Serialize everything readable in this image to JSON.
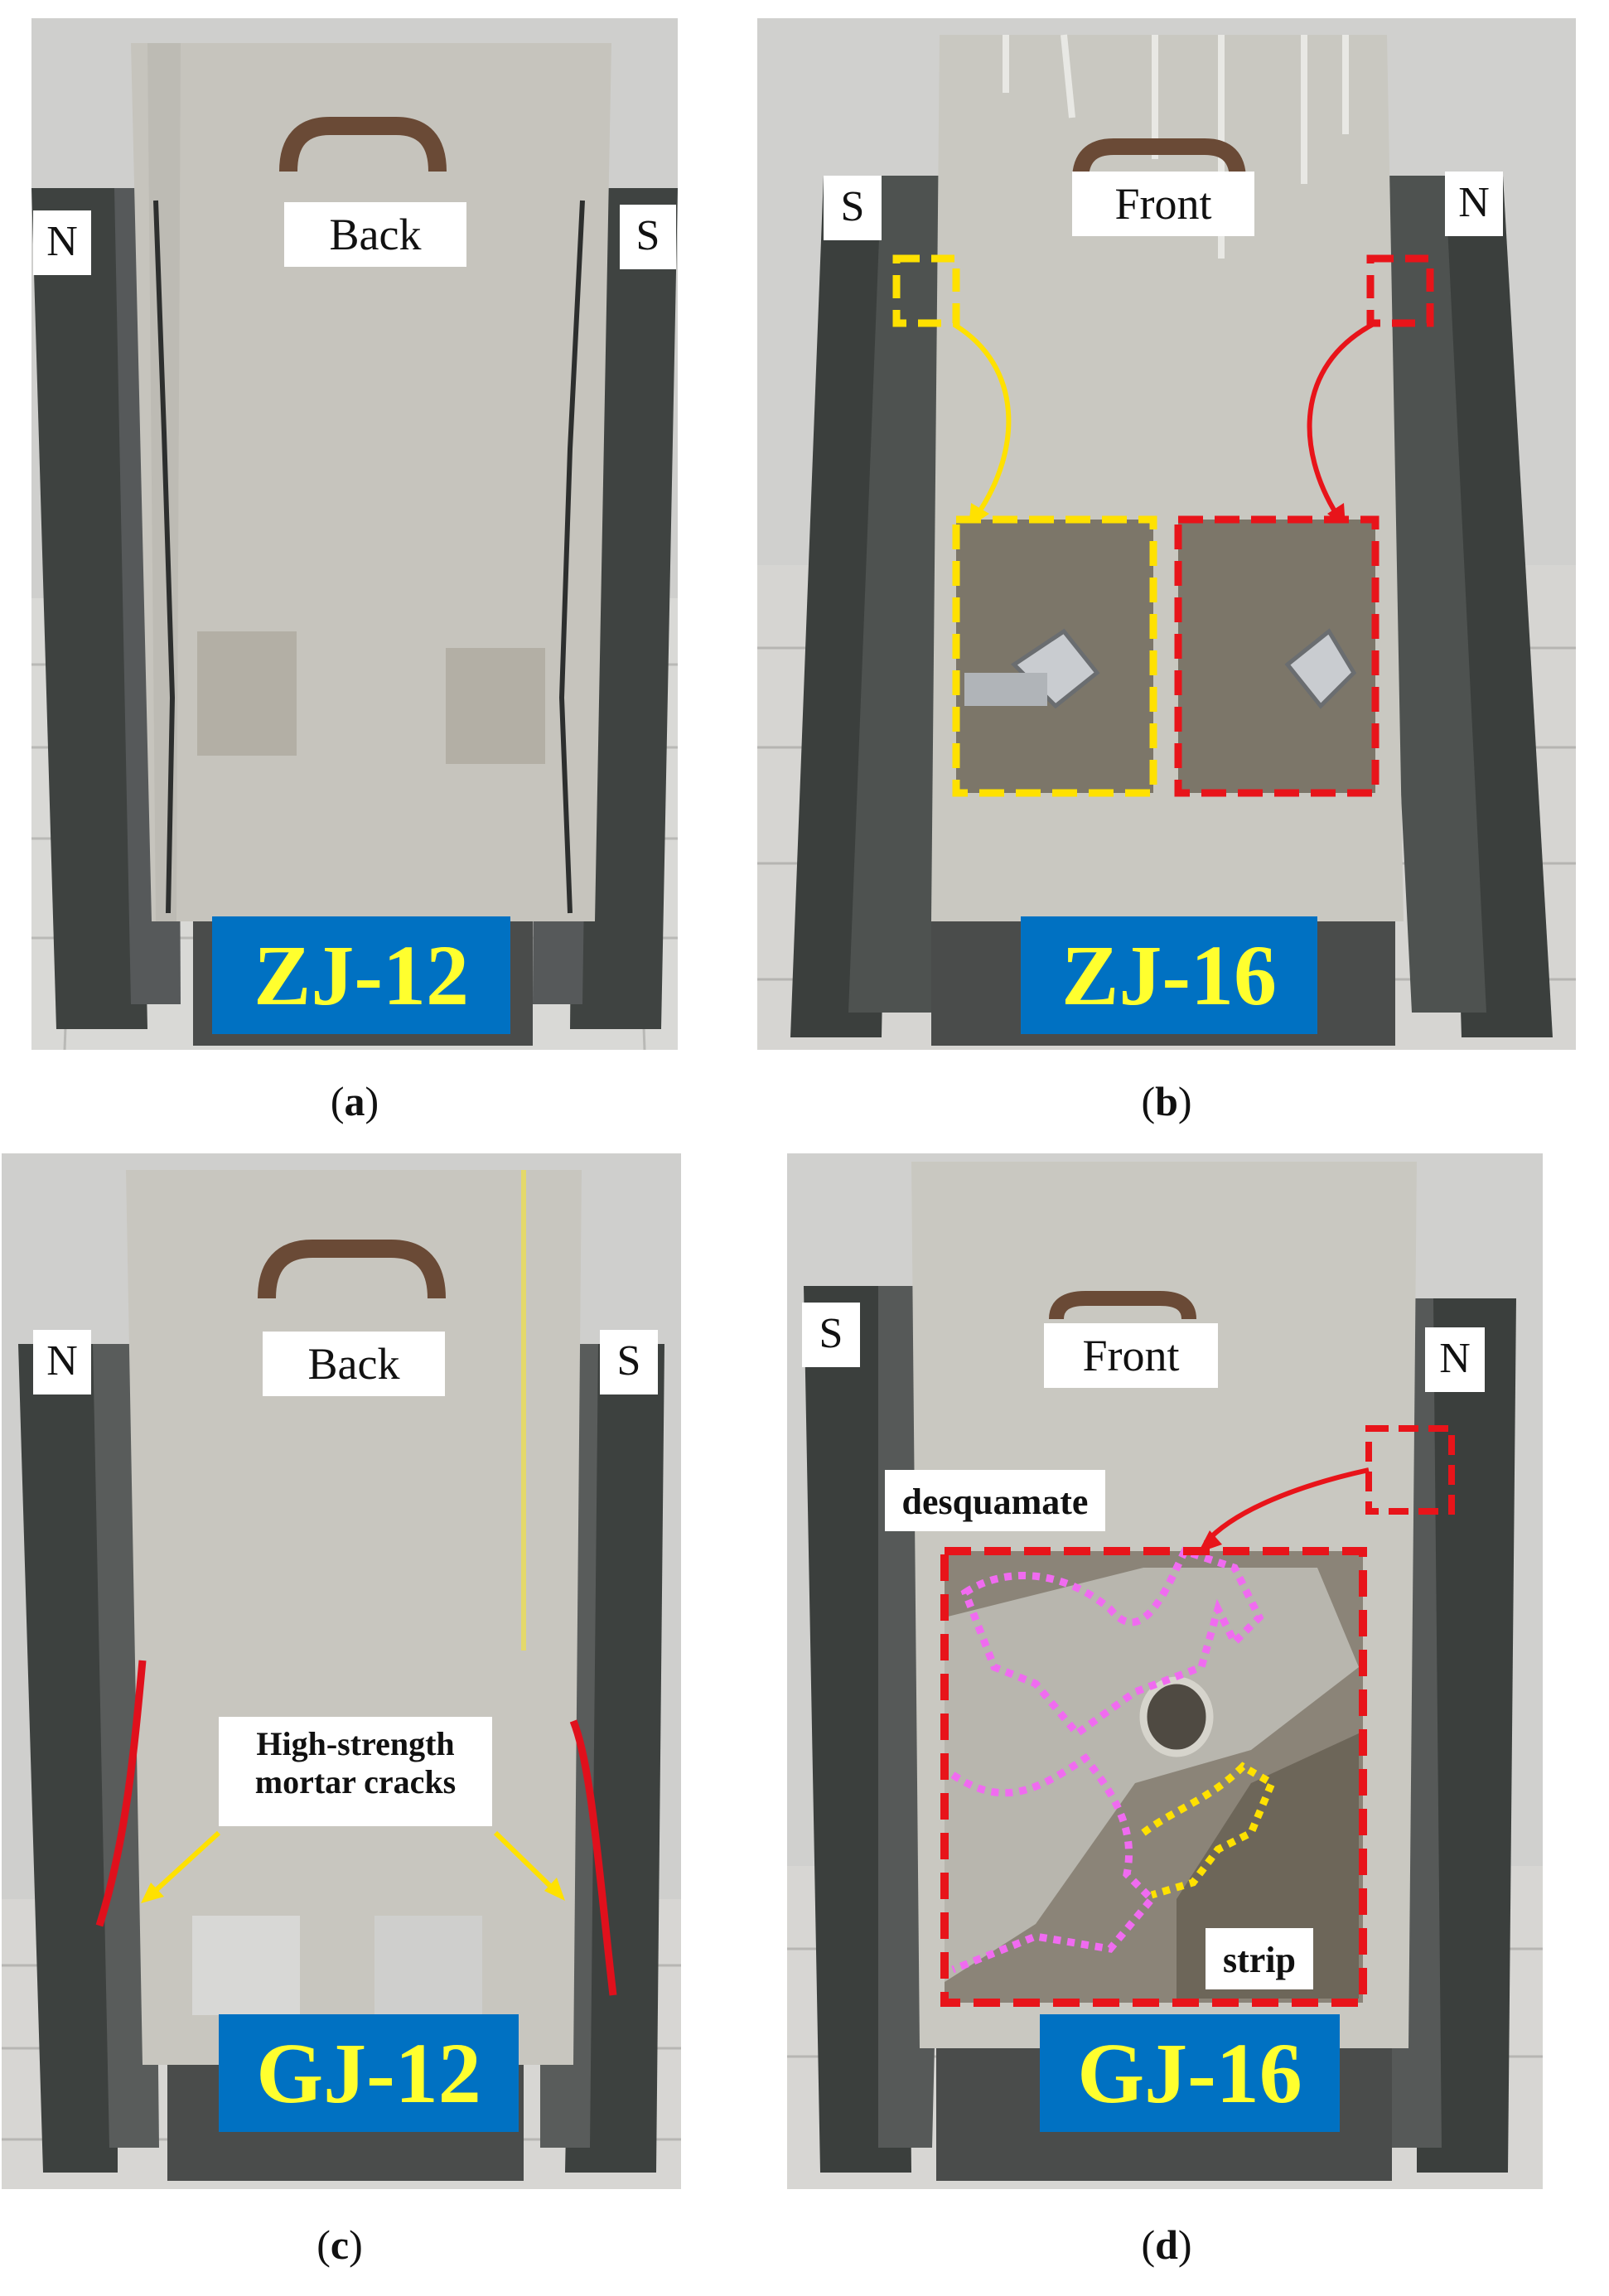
{
  "panels": {
    "a": {
      "specimen_label": "ZJ-12",
      "face_tag": "Back",
      "side_left": "N",
      "side_right": "S",
      "caption_letter": "a"
    },
    "b": {
      "specimen_label": "ZJ-16",
      "face_tag": "Front",
      "side_left": "S",
      "side_right": "N",
      "caption_letter": "b"
    },
    "c": {
      "specimen_label": "GJ-12",
      "face_tag": "Back",
      "side_left": "N",
      "side_right": "S",
      "annotation": [
        "High-strength",
        "mortar cracks"
      ],
      "caption_letter": "c"
    },
    "d": {
      "specimen_label": "GJ-16",
      "face_tag": "Front",
      "side_left": "S",
      "side_right": "N",
      "annotation_desquamate": "desquamate",
      "annotation_strip": "strip",
      "caption_letter": "d"
    }
  },
  "colors": {
    "label_bg": "#0071c2",
    "label_text": "#ffff2e",
    "highlight_yellow": "#ffe100",
    "highlight_red": "#e8141a",
    "highlight_magenta": "#f06bf0",
    "crack_red": "#e0101c"
  }
}
